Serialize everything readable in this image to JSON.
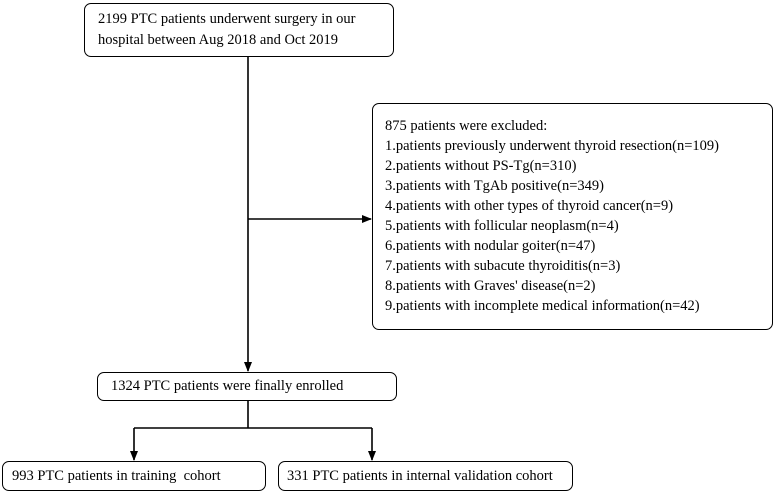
{
  "flowchart": {
    "start": {
      "lines": [
        "2199 PTC patients underwent surgery in our",
        "hospital between Aug 2018 and Oct 2019"
      ]
    },
    "excluded": {
      "title": "875 patients were excluded:",
      "items": [
        "1.patients previously underwent thyroid resection(n=109)",
        "2.patients without PS-Tg(n=310)",
        "3.patients with TgAb positive(n=349)",
        "4.patients with other types of thyroid cancer(n=9)",
        "5.patients with follicular neoplasm(n=4)",
        "6.patients with nodular goiter(n=47)",
        "7.patients with subacute thyroiditis(n=3)",
        "8.patients with Graves' disease(n=2)",
        "9.patients with incomplete medical information(n=42)"
      ]
    },
    "enrolled": {
      "text": "1324 PTC patients were finally enrolled"
    },
    "training": {
      "text": "993 PTC patients in training  cohort"
    },
    "validation": {
      "text": "331 PTC patients in internal validation cohort"
    }
  }
}
